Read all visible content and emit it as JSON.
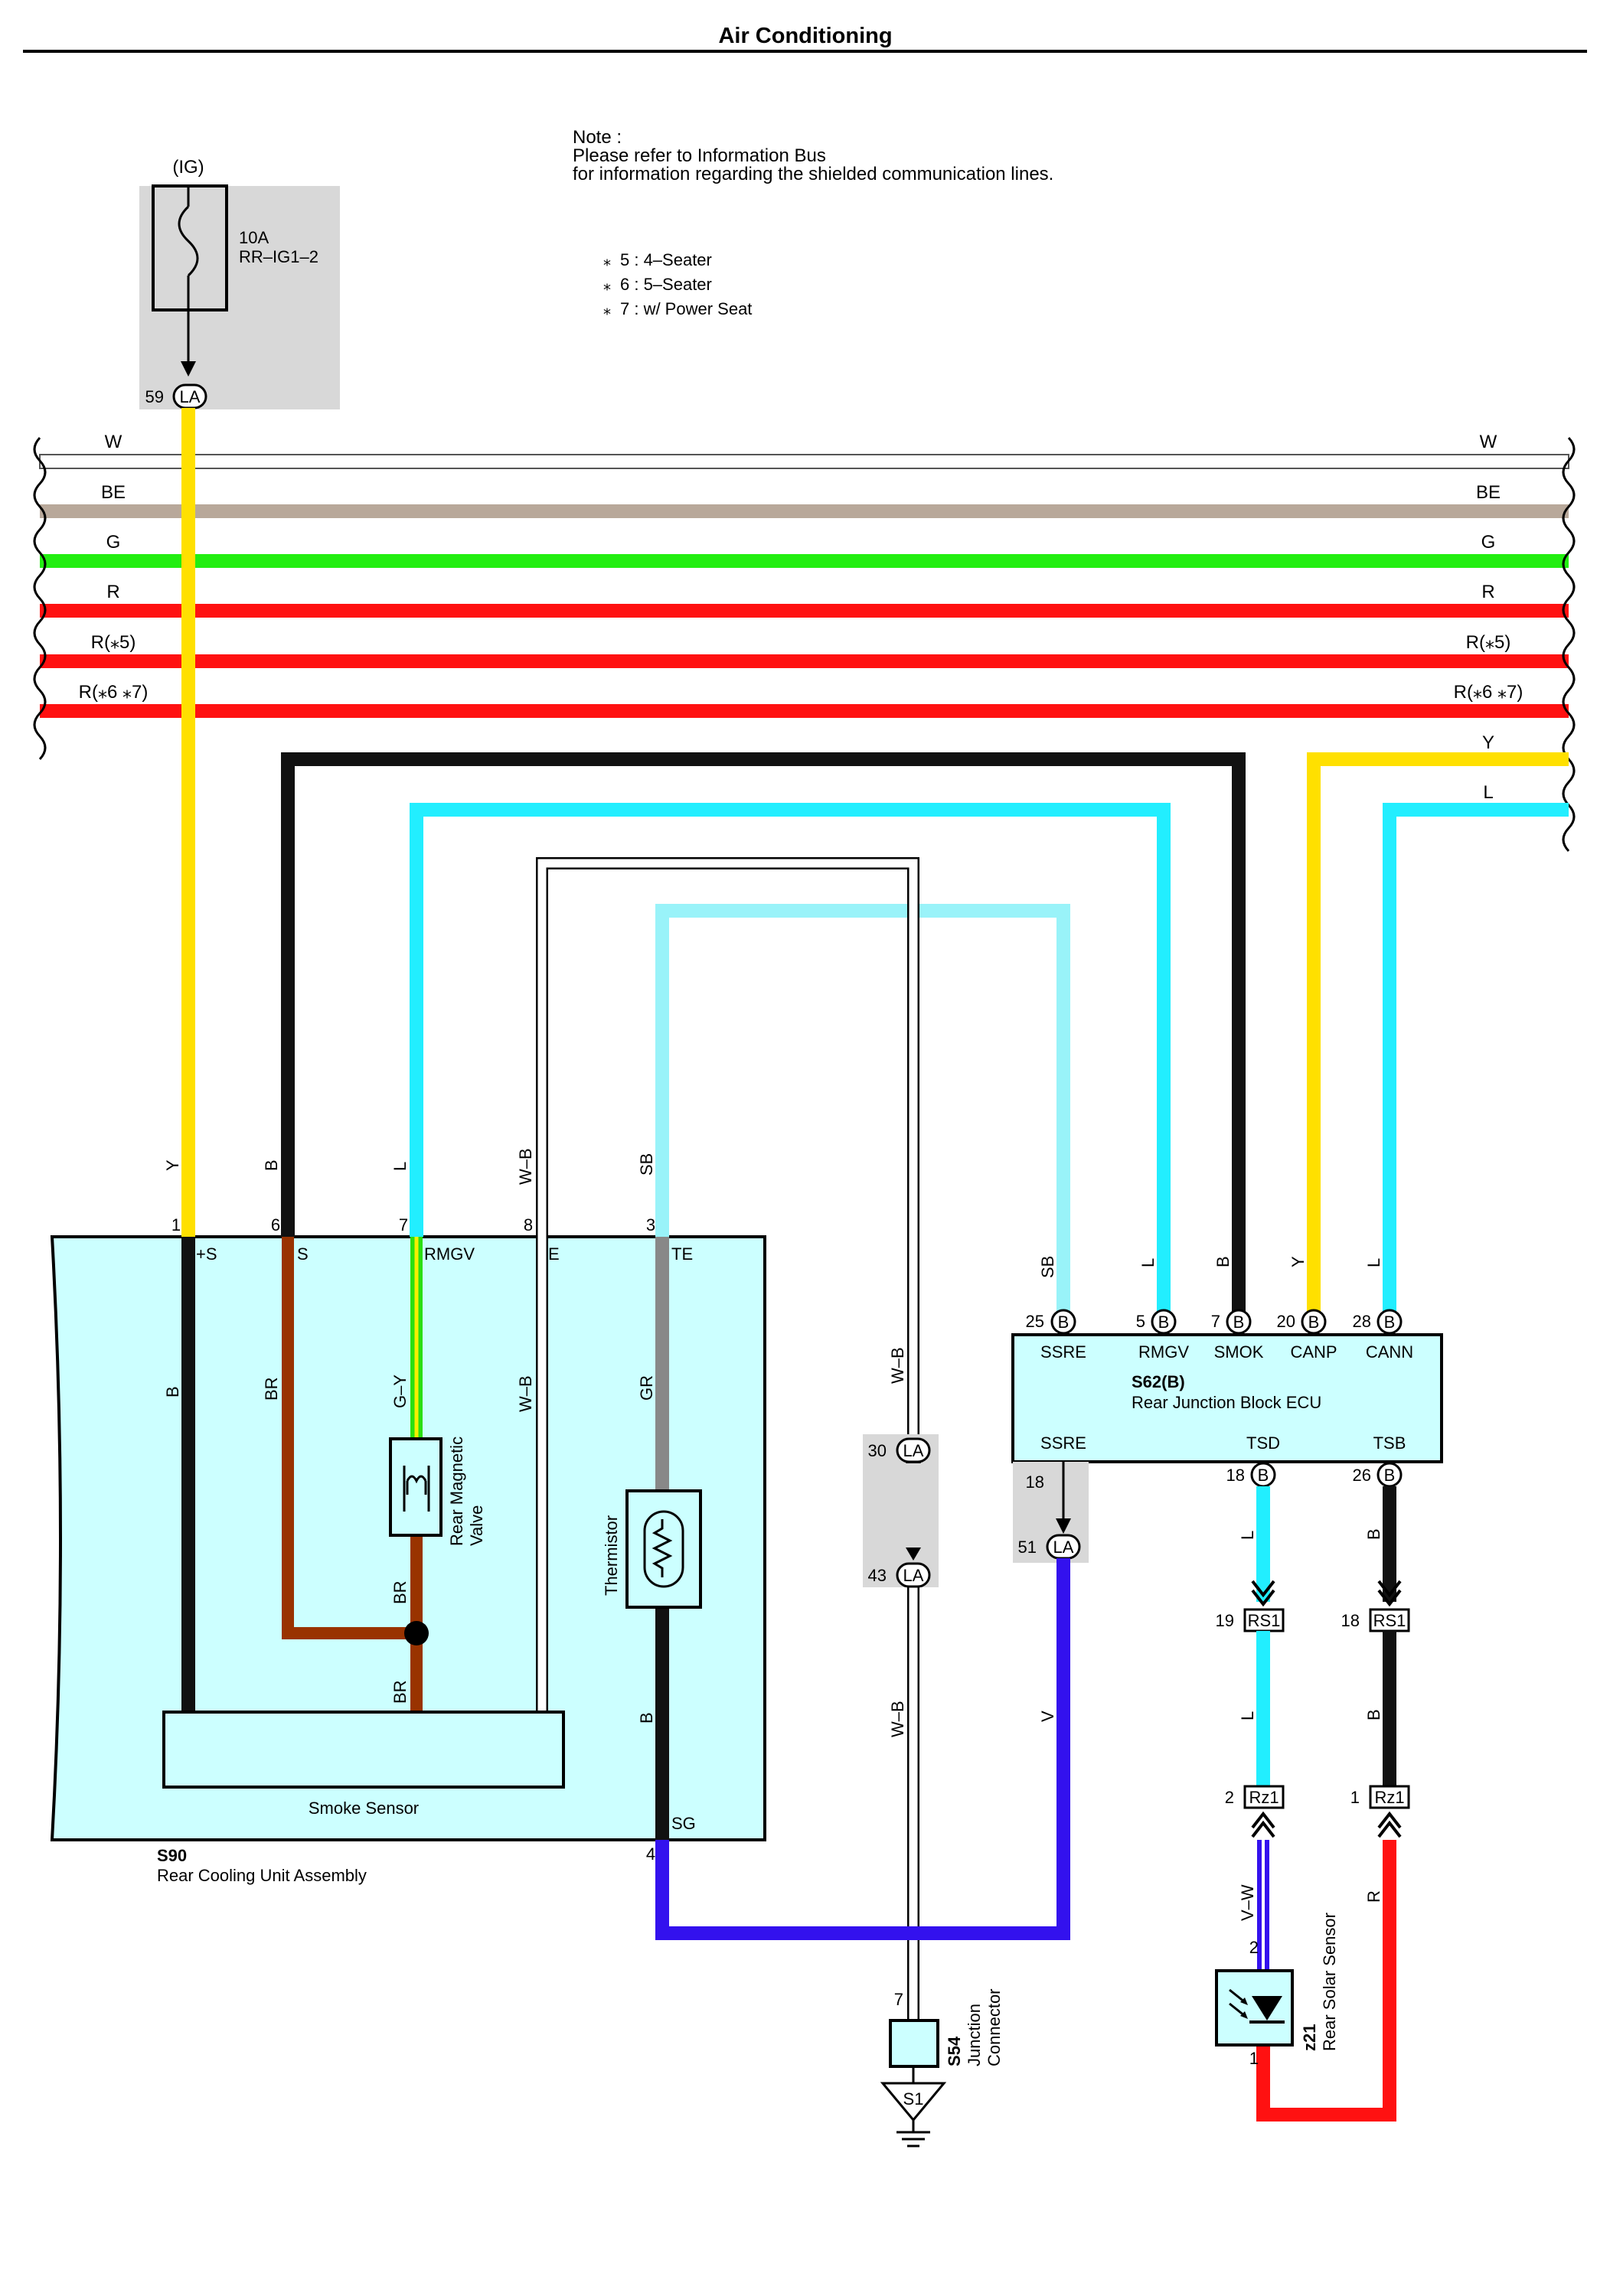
{
  "page": {
    "title": "Air Conditioning"
  },
  "note": {
    "line1": "Note :",
    "line2": "Please refer to Information Bus",
    "line3": "for information regarding the shielded communication lines."
  },
  "legend": [
    {
      "mark": "⁎",
      "text": "5 : 4–Seater"
    },
    {
      "mark": "⁎",
      "text": "6 : 5–Seater"
    },
    {
      "mark": "⁎",
      "text": "7 : w/ Power Seat"
    }
  ],
  "fuse": {
    "supply": "(IG)",
    "rating": "10A",
    "name": "RR–IG1–2",
    "pin": "59",
    "connector": "LA"
  },
  "bus_wires": [
    {
      "label": "W",
      "color": "#ffffff"
    },
    {
      "label": "BE",
      "color": "#b8a89a"
    },
    {
      "label": "G",
      "color": "#22ee11"
    },
    {
      "label": "R",
      "color": "#ff1111"
    },
    {
      "label": "R(⁎5)",
      "color": "#ff1111"
    },
    {
      "label": "R(⁎6 ⁎7)",
      "color": "#ff1111"
    }
  ],
  "right_wires": [
    {
      "label": "Y",
      "color": "#ffe000"
    },
    {
      "label": "L",
      "color": "#22eeff"
    }
  ],
  "colors": {
    "Y": "#ffe000",
    "B": "#111111",
    "L": "#22eeff",
    "SB": "#99f3f9",
    "BR": "#993300",
    "GY": "#2adf11",
    "GR": "#888888",
    "V": "#3311ee",
    "R": "#ff1111",
    "WB": "#ffffff",
    "component_fill": "#ccffff",
    "splice_fill": "#d8d8d8"
  },
  "s90": {
    "code": "S90",
    "name": "Rear Cooling Unit Assembly",
    "pins": [
      {
        "num": "1",
        "name": "+S",
        "wire": "Y"
      },
      {
        "num": "6",
        "name": "S",
        "wire": "B"
      },
      {
        "num": "7",
        "name": "RMGV",
        "wire": "L"
      },
      {
        "num": "8",
        "name": "E",
        "wire": "W–B"
      },
      {
        "num": "3",
        "name": "TE",
        "wire": "SB"
      },
      {
        "num": "4",
        "name": "SG",
        "wire": ""
      }
    ],
    "internal_wires": [
      "B",
      "BR",
      "G–Y",
      "W–B",
      "GR",
      "BR",
      "BR",
      "B"
    ],
    "valve_label1": "Rear Magnetic",
    "valve_label2": "Valve",
    "thermistor": "Thermistor",
    "smoke_sensor": "Smoke Sensor"
  },
  "s62": {
    "code": "S62(B)",
    "name": "Rear Junction Block ECU",
    "top_pins": [
      {
        "num": "25",
        "name": "SSRE",
        "wire": "SB",
        "conn": "B"
      },
      {
        "num": "5",
        "name": "RMGV",
        "wire": "L",
        "conn": "B"
      },
      {
        "num": "7",
        "name": "SMOK",
        "wire": "B",
        "conn": "B"
      },
      {
        "num": "20",
        "name": "CANP",
        "wire": "Y",
        "conn": "B"
      },
      {
        "num": "28",
        "name": "CANN",
        "wire": "L",
        "conn": "B"
      }
    ],
    "bottom_pins": [
      {
        "num": "18",
        "name": "SSRE",
        "conn": ""
      },
      {
        "num": "18",
        "name": "TSD",
        "conn": "B"
      },
      {
        "num": "26",
        "name": "TSB",
        "conn": "B"
      }
    ],
    "splice_pin": "51",
    "splice_conn": "LA"
  },
  "junction_wires": {
    "wb_top": "W–B",
    "wb_bottom": "W–B",
    "v": "V",
    "la30": "30",
    "la43": "43",
    "la_conn": "LA"
  },
  "s54": {
    "code": "S54",
    "name1": "Junction",
    "name2": "Connector",
    "pin": "7",
    "ground": "S1"
  },
  "rs1": {
    "left": {
      "pin": "19",
      "conn": "RS1",
      "wire_above": "L",
      "wire_below": "L"
    },
    "right": {
      "pin": "18",
      "conn": "RS1",
      "wire_above": "B",
      "wire_below": "B"
    }
  },
  "rz1": {
    "left": {
      "pin": "2",
      "conn": "Rz1",
      "wire_below": "V–W"
    },
    "right": {
      "pin": "1",
      "conn": "Rz1",
      "wire_below": "R"
    }
  },
  "z21": {
    "code": "z21",
    "name": "Rear Solar Sensor",
    "pin_top": "2",
    "pin_bottom": "1"
  }
}
